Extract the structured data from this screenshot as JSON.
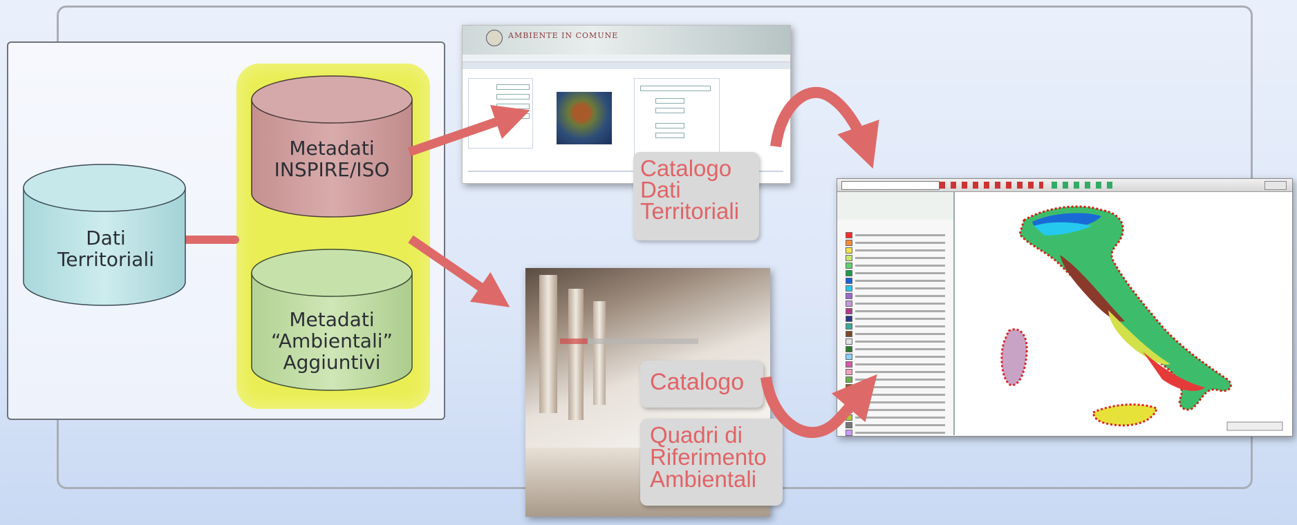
{
  "cylinders": {
    "dati": [
      "Dati",
      "Territoriali"
    ],
    "inspire": [
      "Metadati",
      "INSPIRE/ISO"
    ],
    "ambientali": [
      "Metadati",
      "“Ambientali”",
      "Aggiuntivi"
    ]
  },
  "cards": {
    "catalogo_dati": [
      "Catalogo",
      "Dati",
      "Territoriali"
    ],
    "catalogo": "Catalogo",
    "quadri": [
      "Quadri di",
      "Riferimento",
      "Ambientali"
    ]
  },
  "screenshot_top": {
    "header_title": "AMBIENTE IN COMUNE"
  },
  "colors": {
    "arrow": "#dd6a68",
    "halo": "#e9ee55",
    "cyl_blue": "#bfe3e5",
    "cyl_pink": "#d3a4a4",
    "cyl_green": "#c4dea6",
    "card_text": "#e06466"
  }
}
